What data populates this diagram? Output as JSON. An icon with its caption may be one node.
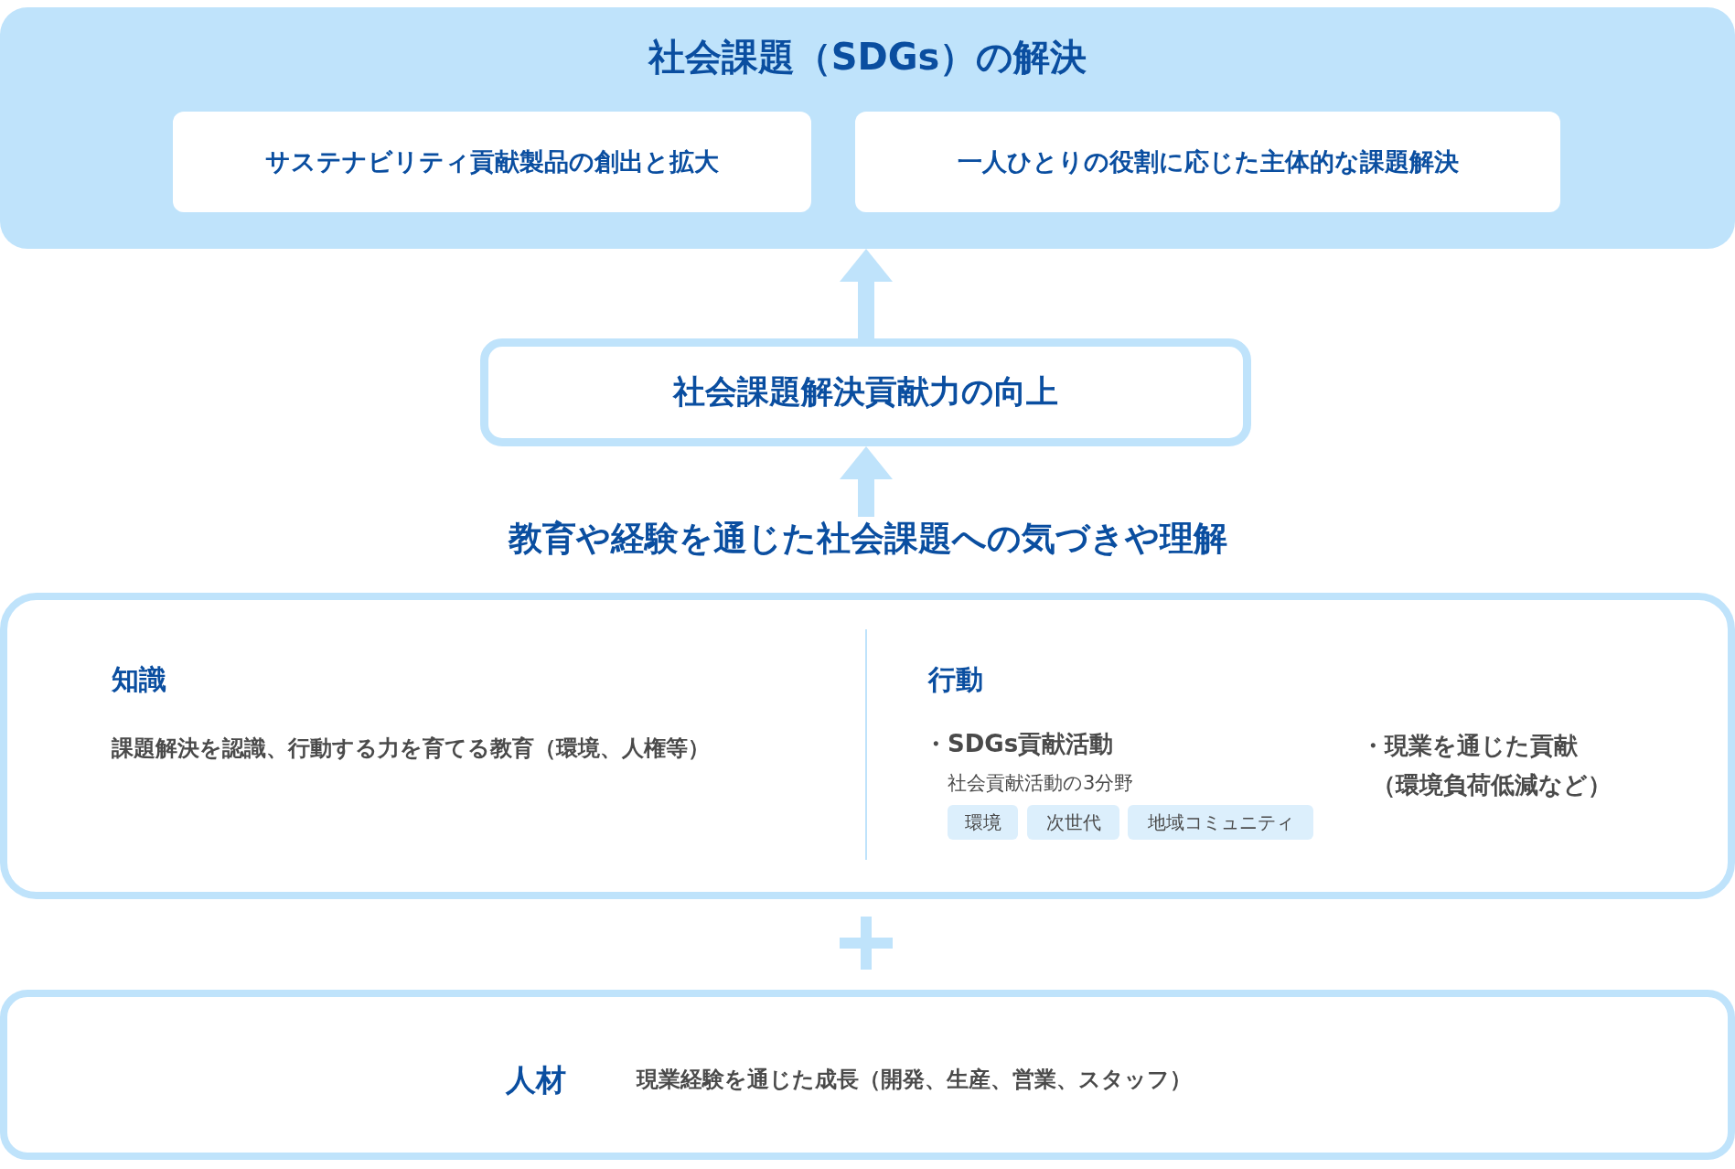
{
  "diagram": {
    "nodes": [
      {
        "text": [
          "社会課題（SDGs）の解決"
        ]
      },
      {
        "text": [
          "サステナビリティ貢献製品の創出と拡大"
        ],
        "in": 0
      },
      {
        "text": [
          "一人ひとりの役割に応じた主体的な課題解決"
        ],
        "in": 0
      },
      {
        "text": [
          "社会課題解決貢献力の向上"
        ]
      },
      {
        "text": [
          "教育や経験を通じた社会課題への気づきや理解",
          "知識",
          "課題解決を認識、行動する力を育てる教育（環境、人権等）",
          "行動",
          "・SDGs貢献活動",
          "社会貢献活動の3分野",
          "・現業を通じた貢献",
          "（環境負荷低減など）"
        ]
      },
      {
        "text": [
          "環境"
        ],
        "in": 4
      },
      {
        "text": [
          "次世代"
        ],
        "in": 4
      },
      {
        "text": [
          "地域コミュニティ"
        ],
        "in": 4
      },
      {
        "text": [
          "人材",
          "現業経験を通じた成長（開発、生産、営業、スタッフ）"
        ]
      }
    ],
    "edges": [
      {
        "from": 3,
        "to": 0,
        "arrow": "to"
      },
      {
        "from": 4,
        "to": 3,
        "arrow": "to"
      }
    ]
  }
}
